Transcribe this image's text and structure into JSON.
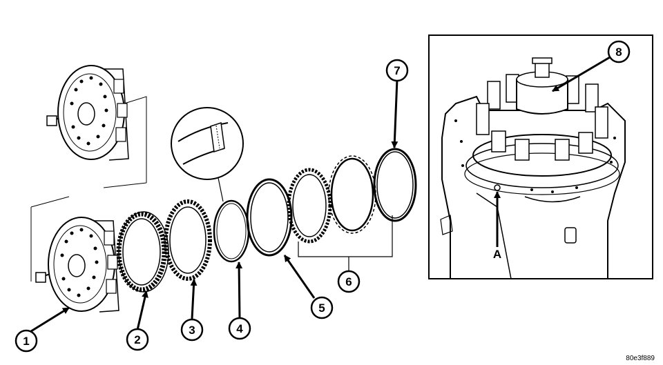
{
  "callouts": [
    {
      "id": "1",
      "label": "1"
    },
    {
      "id": "2",
      "label": "2"
    },
    {
      "id": "3",
      "label": "3"
    },
    {
      "id": "4",
      "label": "4"
    },
    {
      "id": "5",
      "label": "5"
    },
    {
      "id": "6",
      "label": "6"
    },
    {
      "id": "7",
      "label": "7"
    },
    {
      "id": "8",
      "label": "8"
    }
  ],
  "letter_label": "A",
  "figure_code": "80e3f889"
}
